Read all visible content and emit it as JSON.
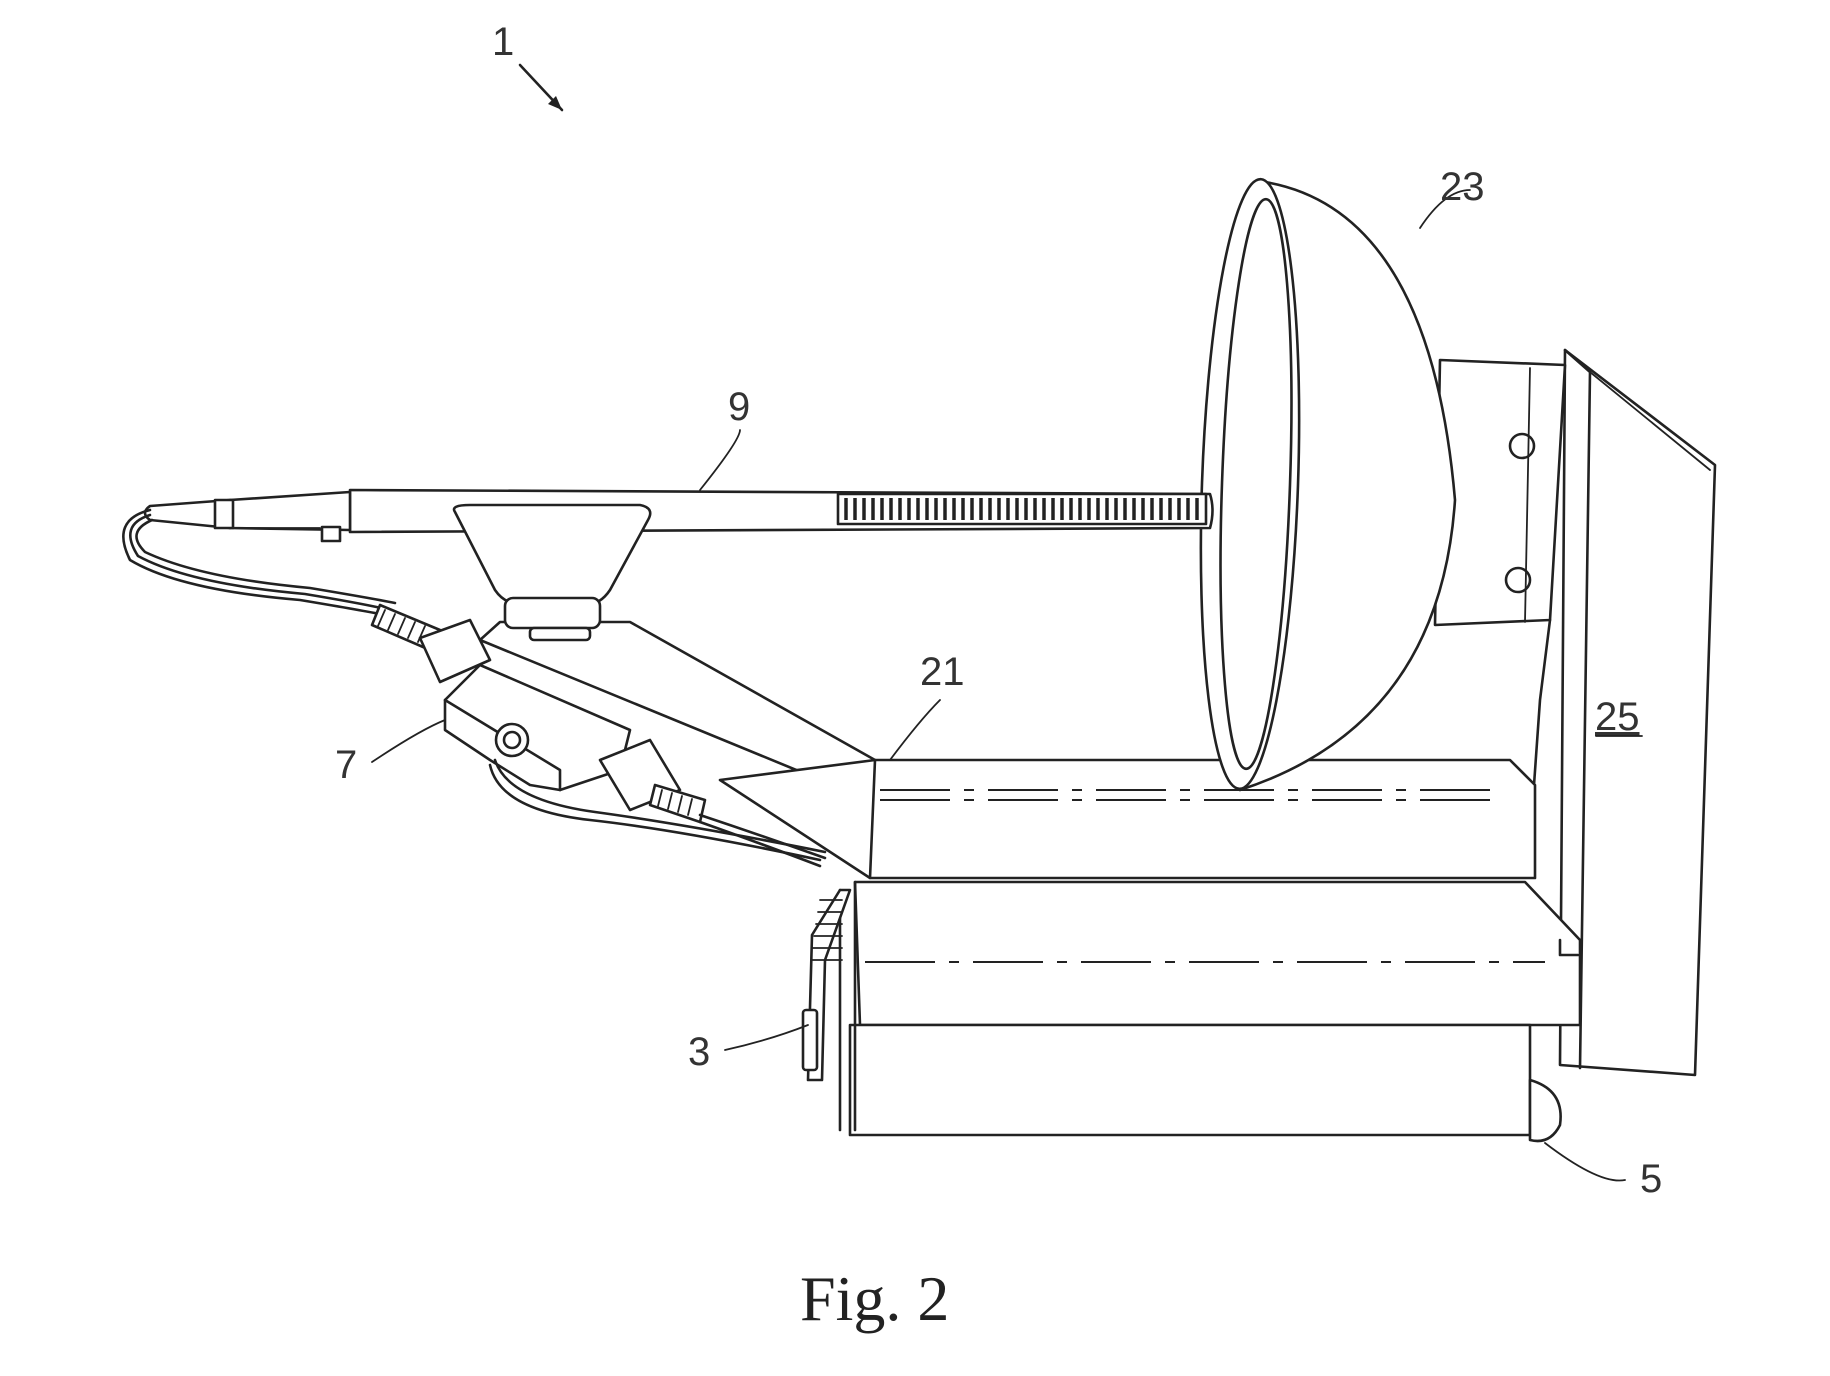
{
  "figure": {
    "caption": "Fig. 2",
    "labels": {
      "assembly": "1",
      "sensor_unit": "3",
      "roller": "5",
      "connector_box": "7",
      "probe_rod": "9",
      "support_plate": "21",
      "dish": "23",
      "back_panel": "25"
    },
    "underlined_labels": [
      "25"
    ]
  }
}
